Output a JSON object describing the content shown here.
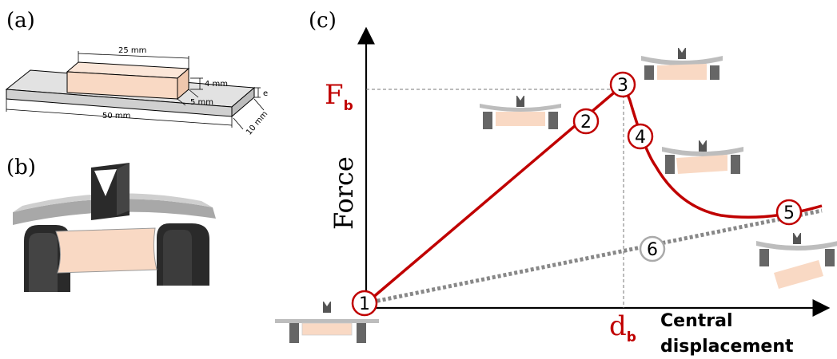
{
  "panel_labels": {
    "a": "(a)",
    "b": "(b)",
    "c": "(c)"
  },
  "specimen_a": {
    "dim_length_top": "25 mm",
    "dim_height_top": "4 mm",
    "dim_width_top": "5 mm",
    "dim_length_plate": "50 mm",
    "dim_width_plate": "10 mm",
    "dim_thickness": "e"
  },
  "graph": {
    "y_axis_label": "Force",
    "force_peak_main": "F",
    "force_peak_sub": "b",
    "disp_peak_main": "d",
    "disp_peak_sub": "b",
    "x_axis_label_line1": "Central",
    "x_axis_label_line2": "displacement",
    "points": [
      "1",
      "2",
      "3",
      "4",
      "5",
      "6"
    ]
  },
  "colors": {
    "curve": "#c00000",
    "reference_line": "#888888",
    "specimen_fill": "#f9d9c4",
    "plate_fill": "#c8c8c8",
    "support_fill": "#333333"
  }
}
